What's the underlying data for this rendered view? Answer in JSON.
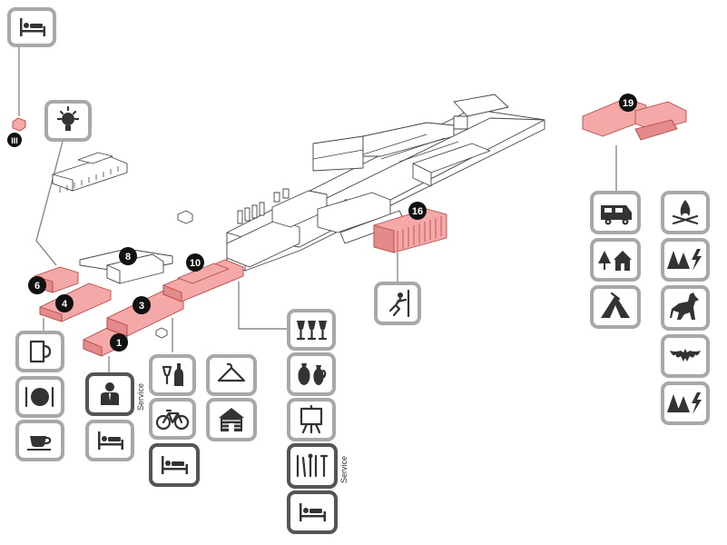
{
  "badges": {
    "b1": "1",
    "b3": "3",
    "b4": "4",
    "b6": "6",
    "b8": "8",
    "b10": "10",
    "b16": "16",
    "b19": "19",
    "bIII": "III"
  },
  "labels": {
    "service_1": "Service",
    "service_2": "Service"
  },
  "icons": {
    "top_left": [
      "bed-icon"
    ],
    "lightbulb": [
      "lightbulb-icon"
    ],
    "group_4": [
      "beer-mug-icon",
      "plate-cutlery-icon",
      "coffee-cup-icon"
    ],
    "group_1": [
      "service-staff-icon",
      "bed-icon"
    ],
    "group_3_col1": [
      "wine-bottle-icon",
      "bicycle-icon",
      "bed-icon"
    ],
    "group_3_col2": [
      "coat-hanger-icon",
      "log-cabin-icon"
    ],
    "group_10": [
      "wine-glasses-icon",
      "vases-icon",
      "easel-painting-icon",
      "tools-icon",
      "bed-icon"
    ],
    "group_16": [
      "climbing-icon"
    ],
    "group_19_col1": [
      "camper-van-icon",
      "cabin-trees-icon",
      "tent-icon"
    ],
    "group_19_col2": [
      "campfire-icon",
      "trees-lightning-icon",
      "wolf-howling-icon",
      "bat-icon",
      "trees-lightning-icon"
    ]
  },
  "colors": {
    "highlight": "#f4a8a8",
    "icon_frame": "#a8a8a8",
    "icon_frame_dark": "#555555",
    "badge": "#111111"
  }
}
